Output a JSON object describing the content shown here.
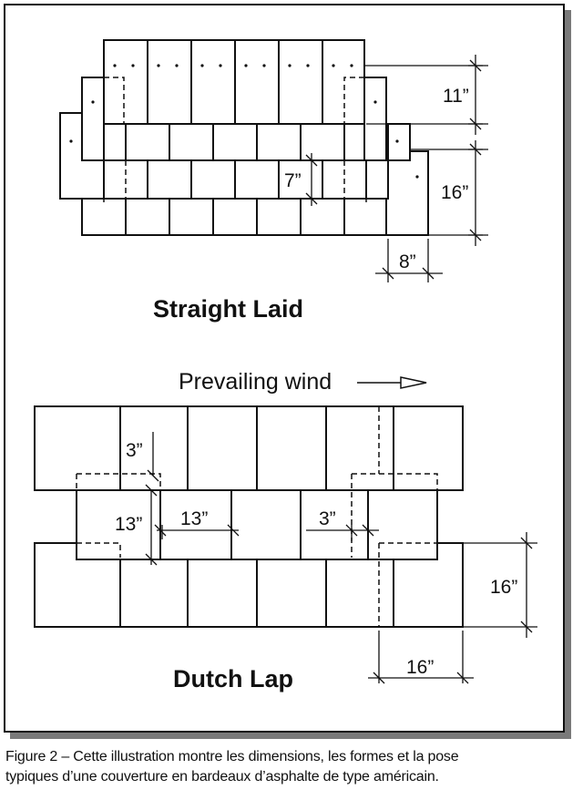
{
  "straight_laid": {
    "title": "Straight Laid",
    "dims": {
      "head_lap": "11”",
      "exposure": "16”",
      "overlap": "7”",
      "width": "8”"
    }
  },
  "dutch_lap": {
    "title": "Dutch Lap",
    "wind": "Prevailing wind",
    "dims": {
      "lap_top": "3”",
      "height": "13”",
      "exposure": "13”",
      "side_lap": "3”",
      "shingle_height": "16”",
      "shingle_width": "16”"
    }
  },
  "caption": {
    "line1": "Figure 2 – Cette illustration montre les dimensions, les formes et la pose",
    "line2": "typiques d’une couverture en bardeaux d’asphalte de type américain."
  },
  "colors": {
    "ink": "#111111",
    "shadow": "#7a7a7a"
  }
}
